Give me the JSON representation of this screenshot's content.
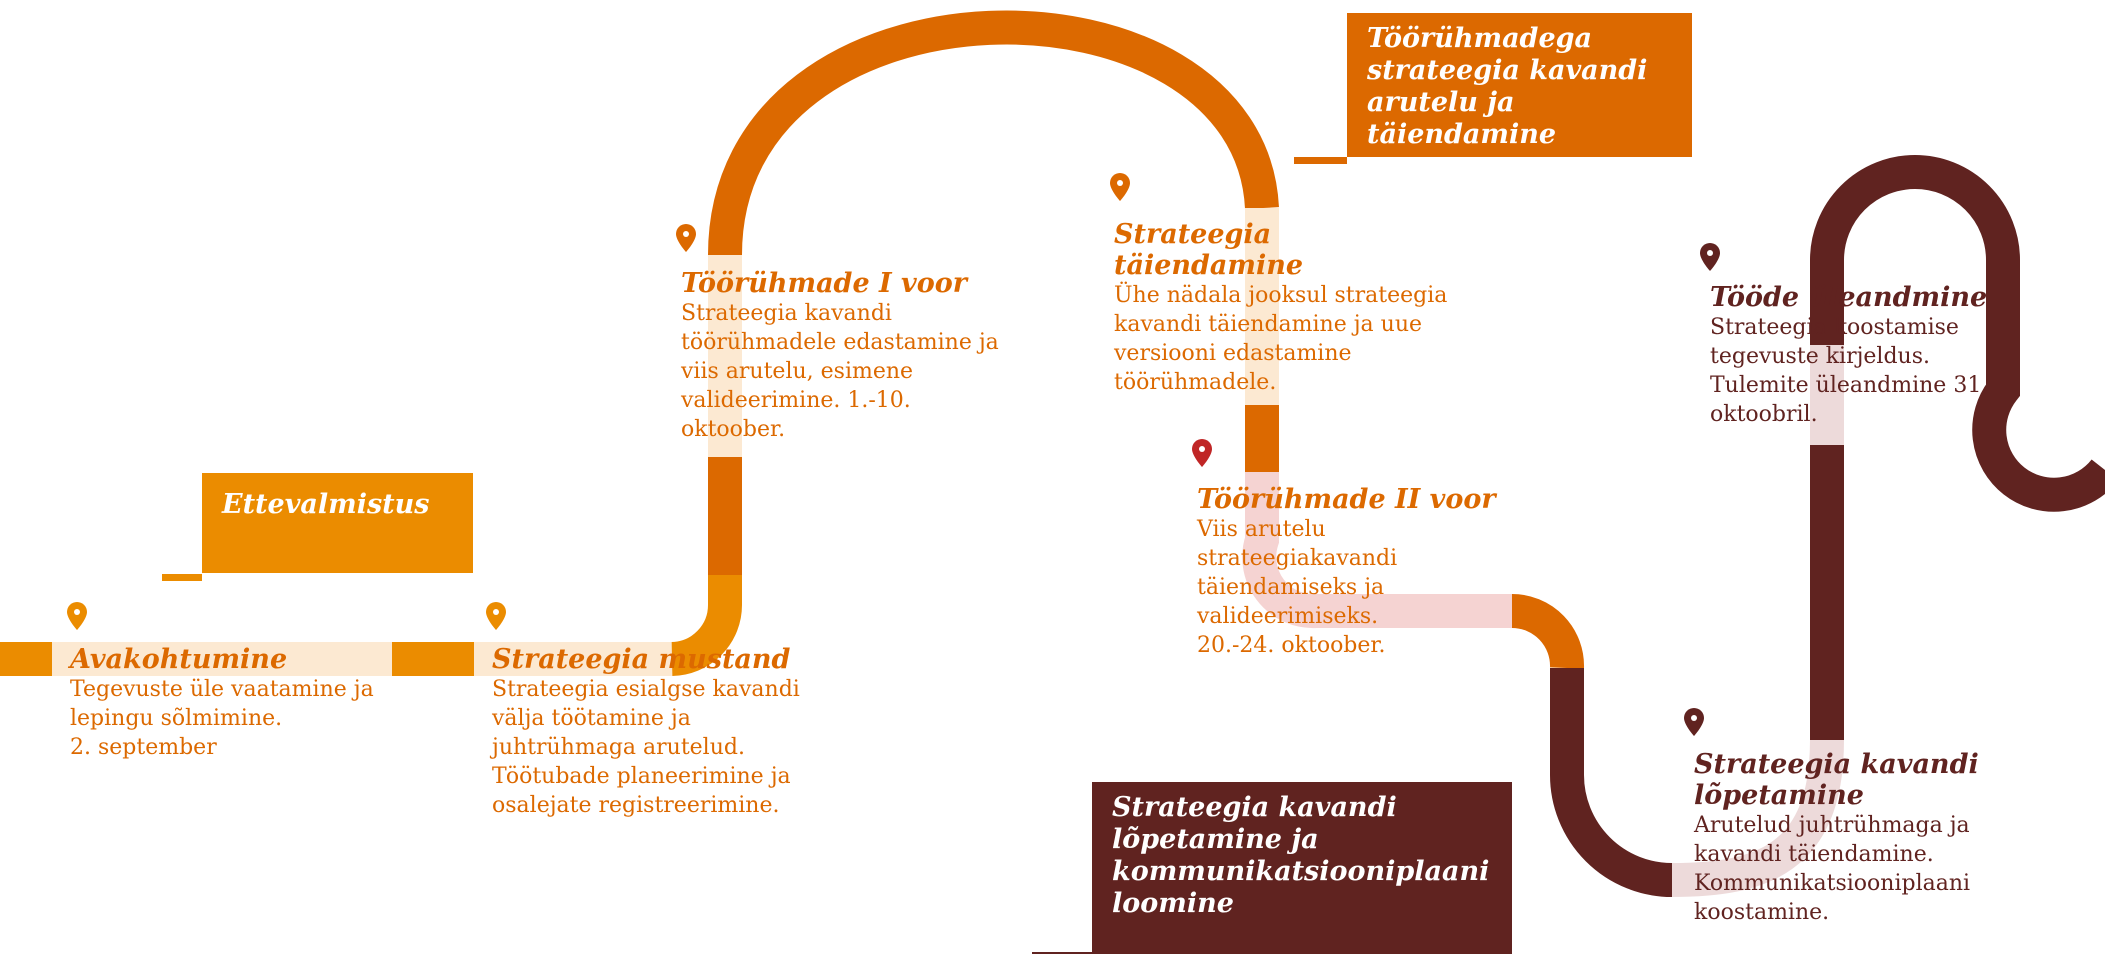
{
  "colors": {
    "orange_light": "#EB8C00",
    "orange_mid": "#DC6900",
    "orange_dark": "#E0701A",
    "maroon": "#602320",
    "faded_orange": "#FCE9D2",
    "faded_pink": "#F5D3D2",
    "faded_maroon": "#EDDADA",
    "pin_red": "#C02626"
  },
  "phases": [
    {
      "id": "ettevalmistus",
      "title": "Ettevalmistus",
      "color": "#EB8C00"
    },
    {
      "id": "toorühmad",
      "title": "Töörühmadega\nstrateegia kavandi\narutelu ja\ntäiendamine",
      "color": "#DC6900"
    },
    {
      "id": "lopetamine",
      "title": "Strateegia kavandi\nlõpetamine ja\nkommunikatsiooniplaani\nloomine",
      "color": "#602320"
    }
  ],
  "milestones": [
    {
      "title": "Avakohtumine",
      "desc": "Tegevuste üle vaatamine ja\nlepingu sõlmimine.\n2. september",
      "color": "#DC6900",
      "pin": "#EB8C00"
    },
    {
      "title": "Strateegia mustand",
      "desc": "Strateegia esialgse kavandi\nvälja töötamine ja\njuhtrühmaga arutelud.\nTöötubade planeerimine ja\nosalejate registreerimine.",
      "color": "#DC6900",
      "pin": "#EB8C00"
    },
    {
      "title": "Töörühmade I voor",
      "desc": "Strateegia kavandi\ntöörühmadele edastamine ja\nviis arutelu, esimene\nvalideerimine. 1.-10.\noktoober.",
      "color": "#DC6900",
      "pin": "#DC6900"
    },
    {
      "title": "Strateegia\ntäiendamine",
      "desc": "Ühe nädala jooksul strateegia\nkavandi täiendamine ja uue\nversiooni edastamine\ntöörühmadele.",
      "color": "#DC6900",
      "pin": "#DC6900"
    },
    {
      "title": "Töörühmade II voor",
      "desc": "Viis arutelu\nstrateegiakavandi\ntäiendamiseks ja\nvalideerimiseks.\n20.-24. oktoober.",
      "color": "#DC6900",
      "pin": "#C02626"
    },
    {
      "title": "Strateegia kavandi\nlõpetamine",
      "desc": "Arutelud juhtrühmaga ja\nkavandi täiendamine.\nKommunikatsiooniplaani\nkoostamine.",
      "color": "#602320",
      "pin": "#602320"
    },
    {
      "title": "Tööde üleandmine",
      "desc": "Strateegia koostamise\ntegevuste kirjeldus.\nTulemite üleandmine 31.\noktoobril.",
      "color": "#602320",
      "pin": "#602320"
    }
  ]
}
